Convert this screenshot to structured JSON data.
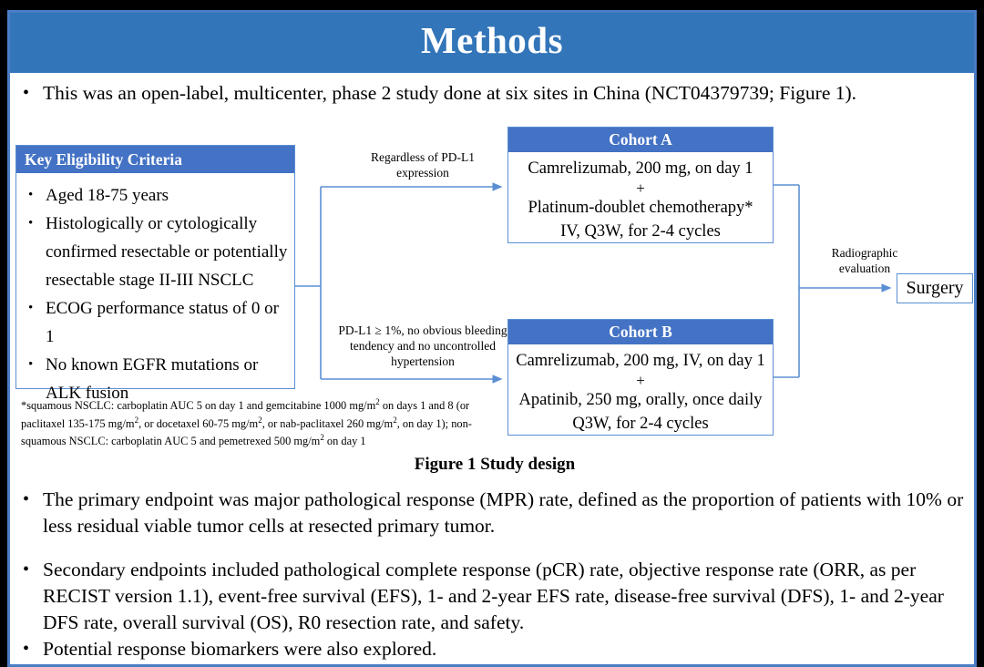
{
  "slide": {
    "title": "Methods",
    "title_bg": "#3375b9",
    "accent_blue": "#4472c4",
    "border_blue": "#5b8fd4"
  },
  "intro": {
    "bullet_marker": "•",
    "text": "This was an open-label, multicenter, phase 2 study done at six sites in China (NCT04379739; Figure 1)."
  },
  "figure": {
    "caption": "Figure 1 Study design",
    "eligibility": {
      "header": "Key  Eligibility Criteria",
      "items": [
        "Aged 18-75 years",
        "Histologically or cytologically confirmed resectable or potentially resectable stage II-III  NSCLC",
        "ECOG performance status of 0 or 1",
        "No known EGFR mutations or ALK fusion"
      ]
    },
    "footnote": {
      "line1_a": "*squamous NSCLC: carboplatin AUC 5 on day 1 and gemcitabine 1000 mg/m",
      "line1_sup": "2",
      "line1_b": " on days 1 and 8 (or paclitaxel 135-175 mg/m",
      "line2_sup": "2",
      "line2_b": ", or docetaxel 60-75 mg/m",
      "line3_sup": "2",
      "line3_b": ", or nab-paclitaxel 260 mg/m",
      "line4_sup": "2",
      "line4_b": ", on day 1); non-squamous NSCLC: carboplatin AUC 5 and pemetrexed 500 mg/m",
      "line5_sup": "2",
      "line5_b": " on day 1"
    },
    "cohort_a": {
      "header": "Cohort A",
      "line1": "Camrelizumab, 200 mg, on day 1",
      "plus": "+",
      "line2": "Platinum-doublet chemotherapy*",
      "line3": "IV, Q3W, for 2-4 cycles"
    },
    "cohort_b": {
      "header": "Cohort B",
      "line1": "Camrelizumab, 200 mg, IV, on day 1",
      "plus": "+",
      "line2": "Apatinib, 250 mg, orally, once daily",
      "line3": "Q3W, for 2-4 cycles"
    },
    "connector_a_label": "Regardless  of PD-L1 expression",
    "connector_b_label": "PD-L1 ≥ 1%, no obvious bleeding tendency  and no uncontrolled  hypertension",
    "connector_surgery_label": "Radiographic evaluation",
    "surgery": "Surgery"
  },
  "endpoints": {
    "bullet_marker": "•",
    "primary": "The primary endpoint was major pathological response (MPR) rate, defined as the proportion of patients with 10% or less residual viable tumor cells at resected primary tumor.",
    "secondary": "Secondary endpoints included pathological complete response (pCR) rate, objective response rate (ORR, as per RECIST version 1.1), event-free survival (EFS), 1- and 2-year EFS rate, disease-free survival (DFS), 1- and 2-year DFS rate, overall survival (OS), R0 resection rate, and safety.",
    "biomarkers": "Potential response biomarkers were also explored."
  }
}
